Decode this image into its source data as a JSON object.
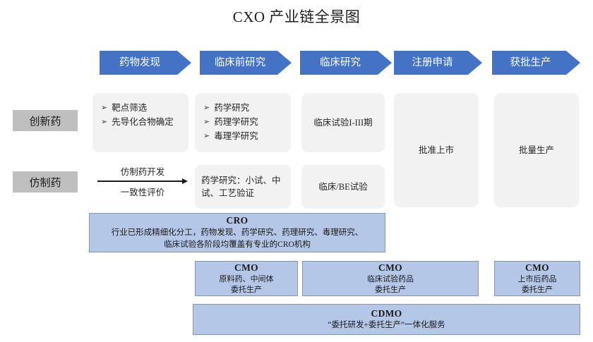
{
  "title": "CXO 产业链全景图",
  "colors": {
    "chevron_fill": "#4472C4",
    "chevron_text": "#FFFFFF",
    "row_label_fill": "#BFBFBF",
    "cell_fill": "#F2F2F2",
    "service_fill": "#B4C7E7",
    "service_border": "#8496B0"
  },
  "stages": [
    {
      "label": "药物发现"
    },
    {
      "label": "临床前研究"
    },
    {
      "label": "临床研究"
    },
    {
      "label": "注册申请"
    },
    {
      "label": "获批生产"
    }
  ],
  "rows": [
    {
      "label": "创新药"
    },
    {
      "label": "仿制药"
    }
  ],
  "innovative": {
    "discovery_bullets": [
      {
        "mark": "➢",
        "text": "靶点筛选"
      },
      {
        "mark": "➢",
        "text": "先导化合物确定"
      }
    ],
    "preclinical_bullets": [
      {
        "mark": "➢",
        "text": "药学研究"
      },
      {
        "mark": "➢",
        "text": "药理学研究"
      },
      {
        "mark": "➢",
        "text": "毒理学研究"
      }
    ],
    "clinical": "临床试验I-III期"
  },
  "generic": {
    "arrow_above": "仿制药开发",
    "arrow_below": "一致性评价",
    "preclinical": "药学研究：小试、中试、工艺验证",
    "clinical": "临床/BE试验"
  },
  "shared": {
    "approval": "批准上市",
    "production": "批量生产"
  },
  "services": {
    "cro": {
      "title": "CRO",
      "desc_line1": "行业已形成精细化分工，药物发现、药学研究、药理研究、毒理研究、",
      "desc_line2": "临床试验各阶段均覆盖有专业的CRO机构"
    },
    "cmo": [
      {
        "title": "CMO",
        "desc_line1": "原料药、中间体",
        "desc_line2": "委托生产"
      },
      {
        "title": "CMO",
        "desc_line1": "临床试验药品",
        "desc_line2": "委托生产"
      },
      {
        "title": "CMO",
        "desc_line1": "上市后药品",
        "desc_line2": "委托生产"
      }
    ],
    "cdmo": {
      "title": "CDMO",
      "desc_line1": "“委托研发+委托生产”一体化服务"
    }
  }
}
